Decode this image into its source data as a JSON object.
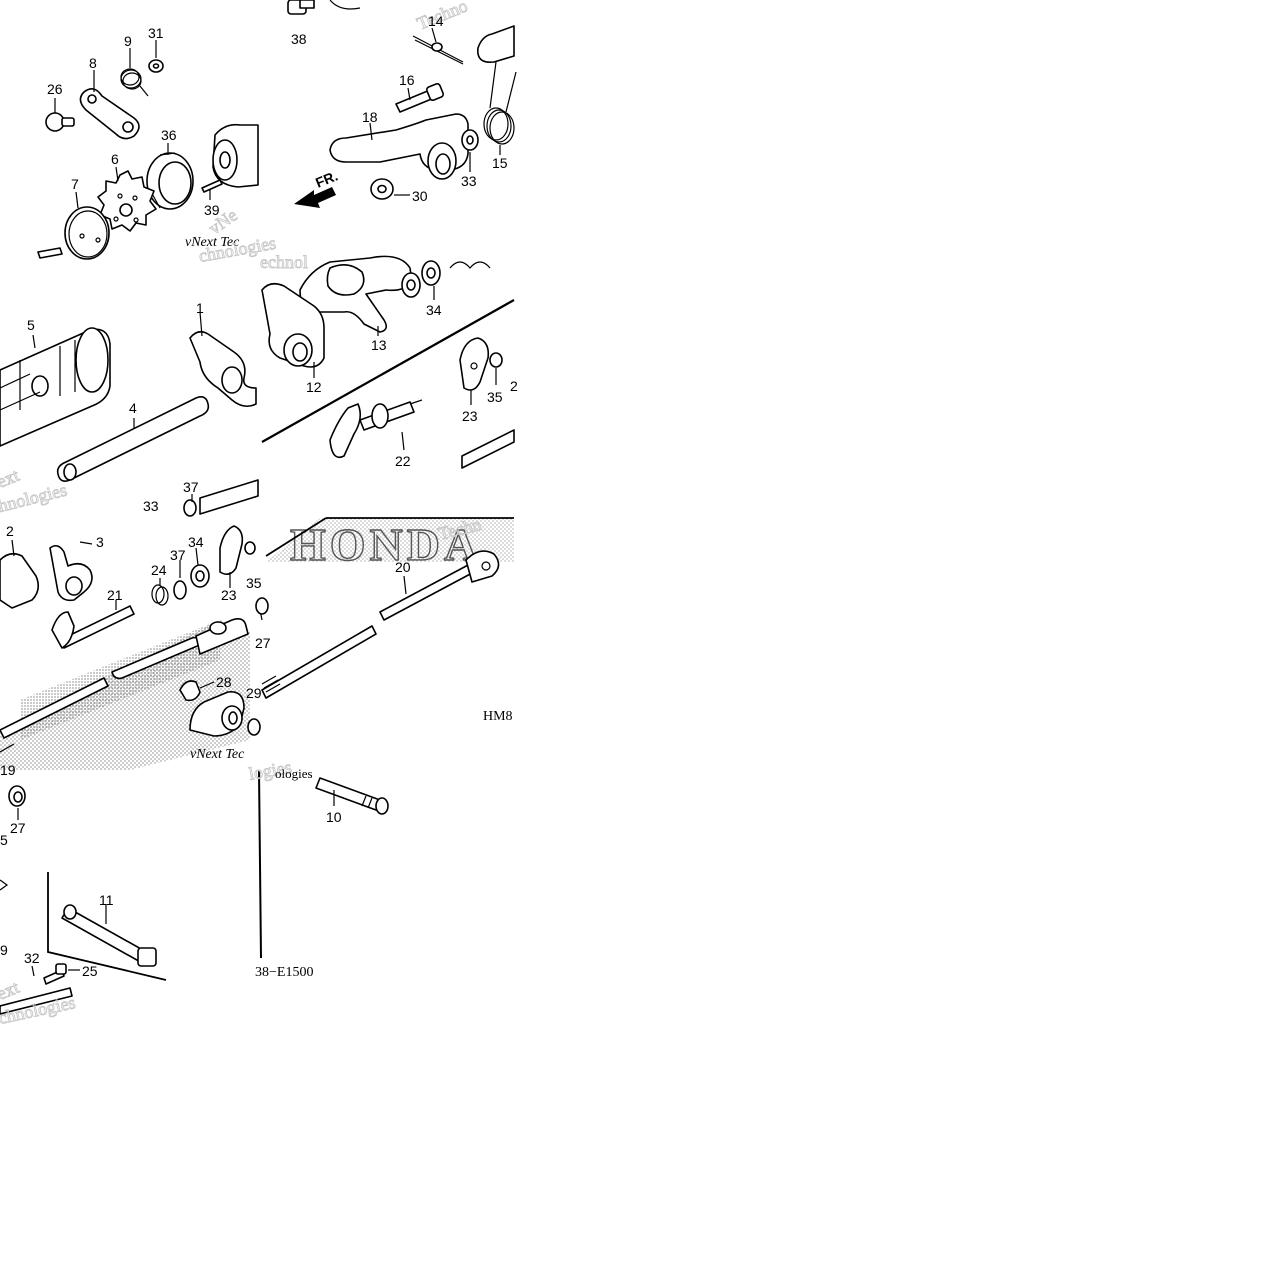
{
  "diagram": {
    "code_fragment": "HM8",
    "diagram_code": "38−E1500",
    "arrow_label": "FR.",
    "watermark_texts": [
      "Techno",
      "vNext Tec",
      "chnologies",
      "ext",
      "hnologies",
      "vNe",
      "echnol",
      "Techn",
      "logies",
      "vNext Tec",
      "ologies",
      "chnologies",
      "ext"
    ],
    "logo_text": "HONDA",
    "callouts": [
      {
        "id": "c38a",
        "text": "38"
      },
      {
        "id": "c14",
        "text": "14"
      },
      {
        "id": "c31",
        "text": "31"
      },
      {
        "id": "c9",
        "text": "9"
      },
      {
        "id": "c8",
        "text": "8"
      },
      {
        "id": "c26",
        "text": "26"
      },
      {
        "id": "c36",
        "text": "36"
      },
      {
        "id": "c6",
        "text": "6"
      },
      {
        "id": "c7",
        "text": "7"
      },
      {
        "id": "c39",
        "text": "39"
      },
      {
        "id": "c16",
        "text": "16"
      },
      {
        "id": "c18",
        "text": "18"
      },
      {
        "id": "c33a",
        "text": "33"
      },
      {
        "id": "c15",
        "text": "15"
      },
      {
        "id": "c30",
        "text": "30"
      },
      {
        "id": "c5",
        "text": "5"
      },
      {
        "id": "c1",
        "text": "1"
      },
      {
        "id": "c4",
        "text": "4"
      },
      {
        "id": "c37a",
        "text": "37"
      },
      {
        "id": "c33b",
        "text": "33"
      },
      {
        "id": "c34a",
        "text": "34"
      },
      {
        "id": "c13",
        "text": "13"
      },
      {
        "id": "c12",
        "text": "12"
      },
      {
        "id": "c23a",
        "text": "23"
      },
      {
        "id": "c35a",
        "text": "35"
      },
      {
        "id": "c2a",
        "text": "2"
      },
      {
        "id": "c22",
        "text": "22"
      },
      {
        "id": "c2b",
        "text": "2"
      },
      {
        "id": "c3",
        "text": "3"
      },
      {
        "id": "c21",
        "text": "21"
      },
      {
        "id": "c24",
        "text": "24"
      },
      {
        "id": "c37b",
        "text": "37"
      },
      {
        "id": "c34b",
        "text": "34"
      },
      {
        "id": "c23b",
        "text": "23"
      },
      {
        "id": "c35b",
        "text": "35"
      },
      {
        "id": "c27a",
        "text": "27"
      },
      {
        "id": "c28",
        "text": "28"
      },
      {
        "id": "c29a",
        "text": "29"
      },
      {
        "id": "c20",
        "text": "20"
      },
      {
        "id": "c10",
        "text": "10"
      },
      {
        "id": "c27b",
        "text": "27"
      },
      {
        "id": "c5b",
        "text": "5"
      },
      {
        "id": "c11",
        "text": "11"
      },
      {
        "id": "c32",
        "text": "32"
      },
      {
        "id": "c25",
        "text": "25"
      },
      {
        "id": "c9b",
        "text": "9"
      },
      {
        "id": "c19",
        "text": "19"
      }
    ]
  }
}
